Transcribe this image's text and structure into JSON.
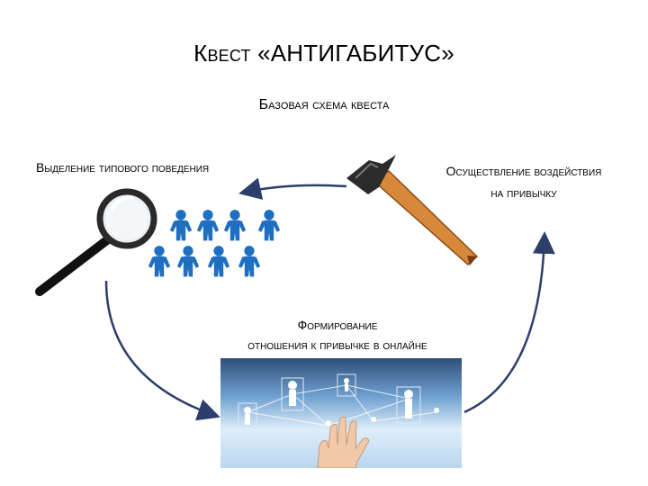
{
  "title": "Квест «АНТИГАБИТУС»",
  "subtitle": "Базовая схема квеста",
  "nodes": {
    "left": "Выделение типового поведения",
    "right_line1": "Осуществление воздействия",
    "right_line2": "на привычку",
    "bottom_line1": "Формирование",
    "bottom_line2": "отношения к привычке в онлайне"
  },
  "icons": [
    "magnifier-icon",
    "people-group-icon",
    "hammer-icon",
    "network-hand-image"
  ],
  "colors": {
    "arrow": "#2c3e6b",
    "people": "#1f6fc0",
    "hammer_handle": "#d6893a"
  }
}
